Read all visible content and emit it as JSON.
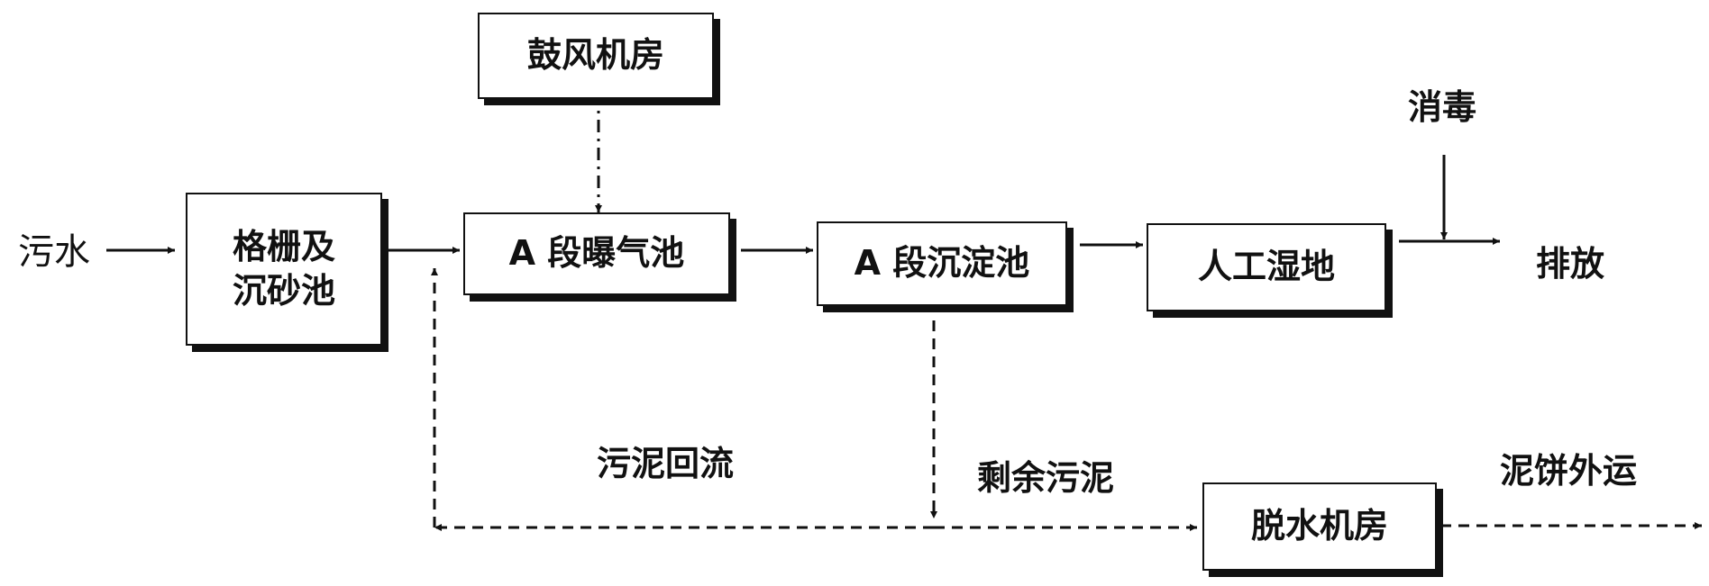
{
  "nodes": {
    "blower_room": "鼓风机房",
    "screen_grit": {
      "line1": "格栅及",
      "line2": "沉砂池"
    },
    "a_aeration": "A 段曝气池",
    "a_settling": "A 段沉淀池",
    "wetland": "人工湿地",
    "dewatering_room": "脱水机房"
  },
  "labels": {
    "sewage": "污水",
    "disinfection": "消毒",
    "discharge": "排放",
    "sludge_return": "污泥回流",
    "excess_sludge": "剩余污泥",
    "sludge_cake_out": "泥饼外运"
  }
}
